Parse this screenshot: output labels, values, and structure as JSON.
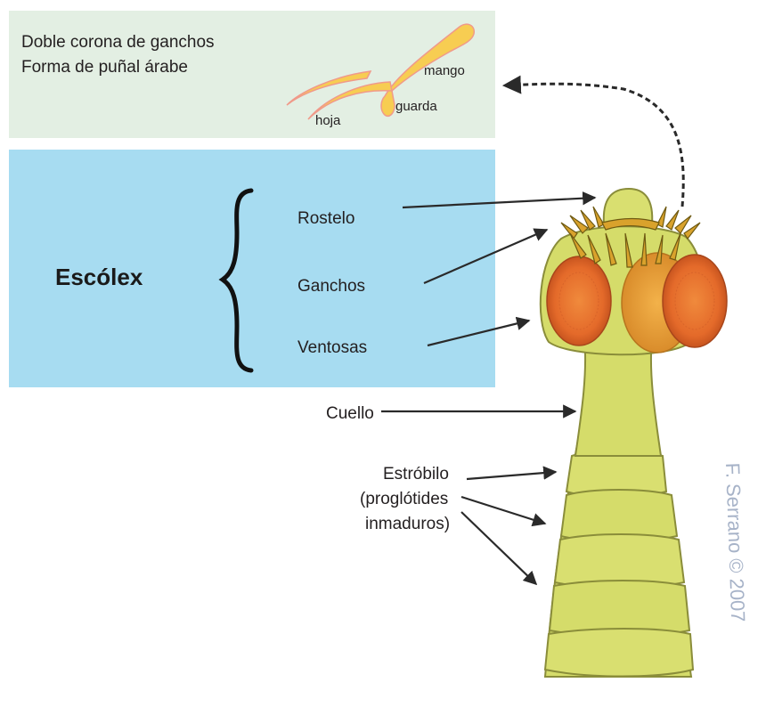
{
  "hooks_box": {
    "title_line1": "Doble corona de ganchos",
    "title_line2": "Forma de puñal árabe",
    "hook_parts": {
      "handle": "mango",
      "guard": "guarda",
      "blade": "hoja"
    }
  },
  "scolex_box": {
    "title": "Escólex",
    "parts": [
      "Rostelo",
      "Ganchos",
      "Ventosas"
    ]
  },
  "neck_label": "Cuello",
  "strobila_label": [
    "Estróbilo",
    "(proglótides",
    "inmaduros)"
  ],
  "watermark": "F. Serrano © 2007",
  "colors": {
    "hooks_box_bg": "#e3efe3",
    "scolex_box_bg": "#a7dcf1",
    "body_fill": "#d5dc6a",
    "body_stroke": "#8a8d3a",
    "sucker_fill": "#e8752e",
    "hook_fill": "#f5c94e"
  }
}
